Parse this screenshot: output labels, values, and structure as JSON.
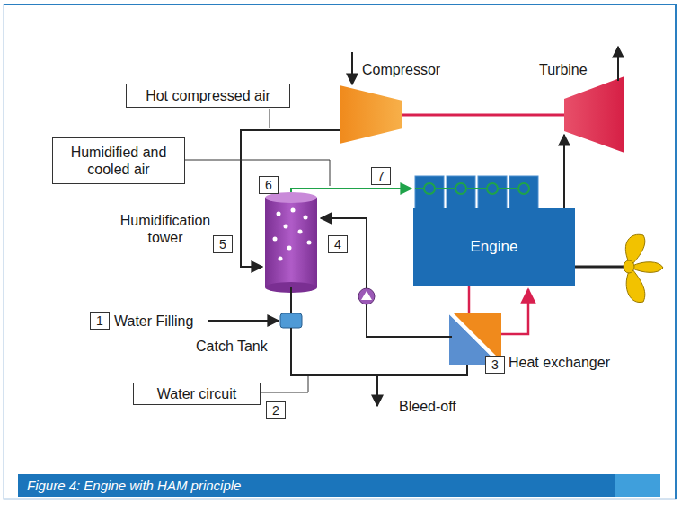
{
  "diagram": {
    "caption": "Figure 4: Engine with HAM principle",
    "nodes": [
      {
        "text": [
          "Hot compressed air"
        ]
      },
      {
        "text": [
          "Humidified and cooled air"
        ]
      },
      {
        "text": [
          "6"
        ]
      },
      {
        "text": [
          "7"
        ]
      },
      {
        "text": [
          "5"
        ]
      },
      {
        "text": [
          "4"
        ]
      },
      {
        "text": [
          "Engine"
        ]
      },
      {
        "text": [
          "1"
        ]
      },
      {
        "text": [
          "3"
        ]
      },
      {
        "text": [
          "Water circuit"
        ]
      },
      {
        "text": [
          "2"
        ]
      }
    ],
    "labels": [
      "Compressor",
      "Turbine",
      "Humidification tower",
      "Water Filling",
      "Catch Tank",
      "Heat exchanger",
      "Bleed-off"
    ]
  }
}
